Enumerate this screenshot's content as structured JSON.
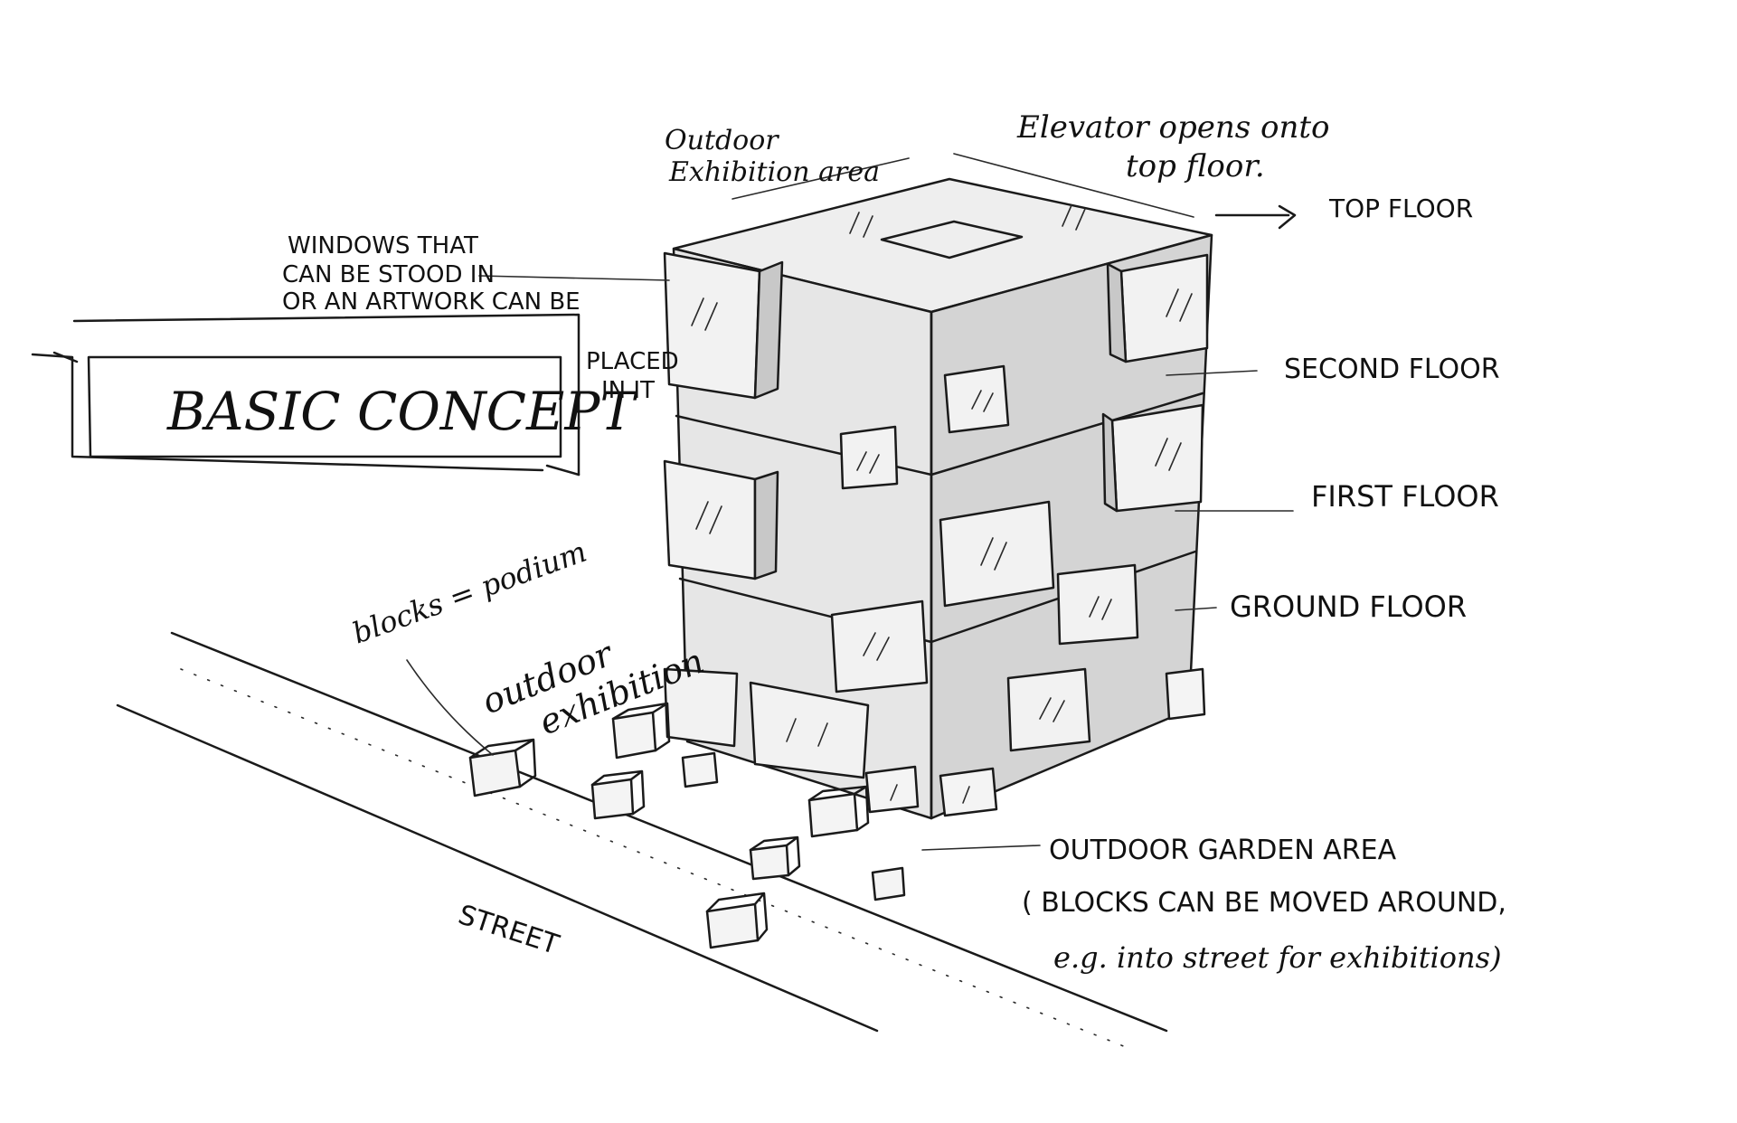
{
  "title": "BASIC CONCEPT",
  "labels": {
    "outdoor_exhibition_area": [
      "Outdoor",
      "Exhibition area"
    ],
    "elevator": [
      "Elevator opens onto",
      "top floor."
    ],
    "top_floor": "TOP FLOOR",
    "windows": [
      "WINDOWS THAT",
      "CAN BE STOOD IN",
      "OR AN ARTWORK CAN BE",
      "PLACED",
      "IN IT"
    ],
    "second_floor": "SECOND FLOOR",
    "first_floor": "FIRST FLOOR",
    "ground_floor": "GROUND FLOOR",
    "blocks_podium": "blocks = podium",
    "outdoor_exhibition": [
      "outdoor",
      "exhibition"
    ],
    "outdoor_garden": [
      "OUTDOOR GARDEN AREA",
      "( BLOCKS CAN BE MOVED AROUND,",
      "e.g. into street for exhibitions)"
    ],
    "street": "STREET"
  },
  "colors": {
    "ink": "#111111",
    "paper": "#ffffff",
    "shade_front": "#e4e4e4",
    "shade_side": "#d2d2d2",
    "shade_top": "#eeeeee"
  }
}
